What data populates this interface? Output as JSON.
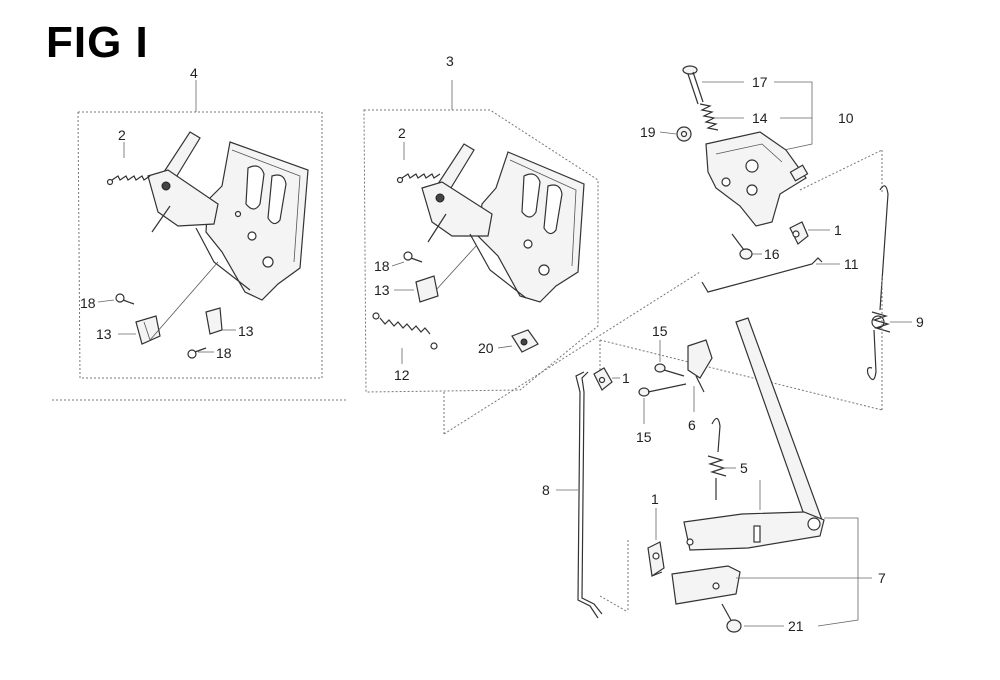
{
  "figure": {
    "title": "FIG I"
  },
  "callouts": {
    "c1a": "1",
    "c1b": "1",
    "c1c": "1",
    "c2a": "2",
    "c2b": "2",
    "c3": "3",
    "c4": "4",
    "c5": "5",
    "c6": "6",
    "c7": "7",
    "c8": "8",
    "c9": "9",
    "c10": "10",
    "c11": "11",
    "c12": "12",
    "c13a": "13",
    "c13b": "13",
    "c13c": "13",
    "c14": "14",
    "c15a": "15",
    "c15b": "15",
    "c16": "16",
    "c17": "17",
    "c18a": "18",
    "c18b": "18",
    "c18c": "18",
    "c19": "19",
    "c20": "20",
    "c21": "21"
  }
}
